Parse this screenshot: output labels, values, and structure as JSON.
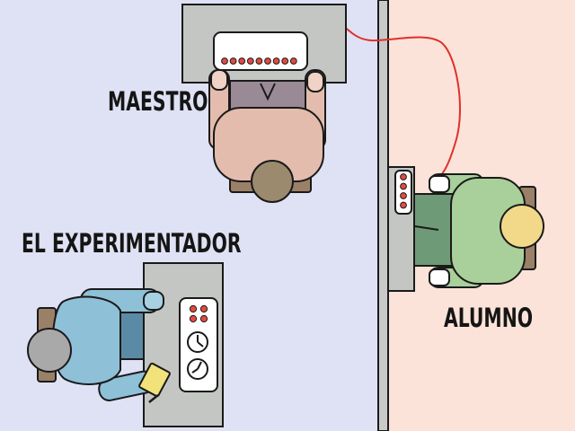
{
  "labels": {
    "teacher": "MAESTRO",
    "experimenter": "EL EXPERIMENTADOR",
    "learner": "ALUMNO"
  },
  "colors": {
    "left_room": "#dfe2f4",
    "right_room": "#fbe3d9",
    "wall": "#c9c9c9",
    "desk": "#c4c6c3",
    "chair": "#9a8067",
    "wire": "#e0302a",
    "teacher_shirt": "#e3bcad",
    "teacher_hair": "#9c8a6e",
    "experimenter_shirt": "#8ec0d8",
    "experimenter_hair": "#a9a9a9",
    "learner_shirt": "#a9cf9a",
    "learner_hair": "#f2d98a",
    "indicator": "#e44a40"
  },
  "shock_generator": {
    "switch_count": 9
  },
  "learner_panel": {
    "light_count": 4
  },
  "experimenter_console": {
    "light_count": 4,
    "clock_count": 2
  }
}
